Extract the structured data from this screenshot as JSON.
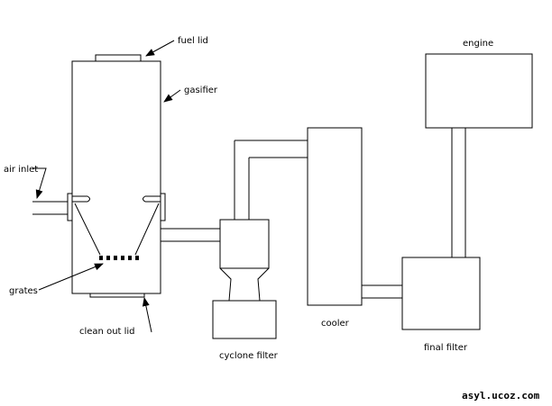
{
  "labels": {
    "fuel_lid": "fuel lid",
    "gasifier": "gasifier",
    "air_inlet": "air inlet",
    "grates": "grates",
    "clean_out_lid": "clean out lid",
    "cyclone_filter": "cyclone filter",
    "cooler": "cooler",
    "engine": "engine",
    "final_filter": "final filter"
  },
  "watermark": "asyl.ucoz.com",
  "colors": {
    "line": "#000000",
    "background": "#ffffff"
  }
}
